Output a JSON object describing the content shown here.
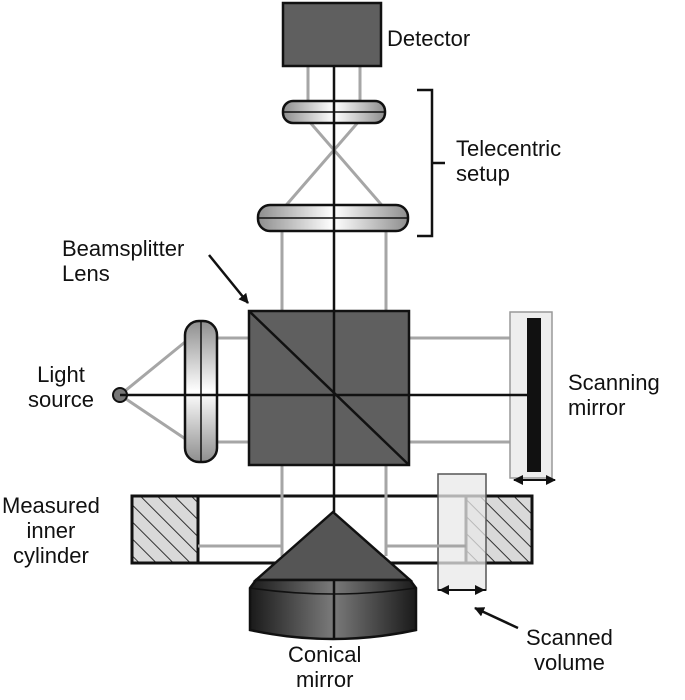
{
  "labels": {
    "detector": "Detector",
    "telecentric": [
      "Telecentric",
      "setup"
    ],
    "beamsplitter": [
      "Beamsplitter",
      "Lens"
    ],
    "light_source": [
      "Light",
      "source"
    ],
    "scanning_mirror": [
      "Scanning",
      "mirror"
    ],
    "measured_cylinder": [
      "Measured",
      "inner",
      "cylinder"
    ],
    "scanned_volume": [
      "Scanned",
      "volume"
    ],
    "conical_mirror": [
      "Conical",
      "mirror"
    ]
  },
  "colors": {
    "dark_gray": "#5f5f5f",
    "beam_gray": "#a6a6a6",
    "black": "#111111",
    "light_gray": "#e6e6e6"
  }
}
